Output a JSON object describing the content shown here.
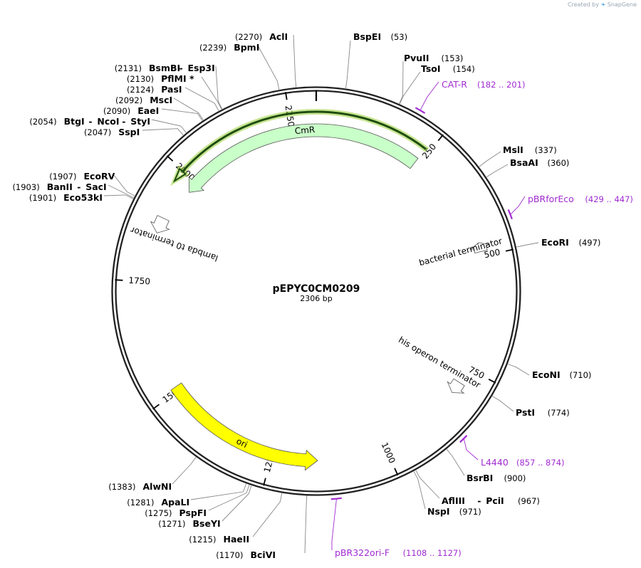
{
  "watermark": {
    "created_by": "Created by",
    "brand": "SnapGene"
  },
  "plasmid": {
    "name": "pEPYC0CM0209",
    "size_label": "2306 bp",
    "length": 2306
  },
  "ticks": [
    {
      "bp": 250,
      "label": "250"
    },
    {
      "bp": 500,
      "label": "500"
    },
    {
      "bp": 750,
      "label": "750"
    },
    {
      "bp": 1000,
      "label": "1000"
    },
    {
      "bp": 1250,
      "label": "1250"
    },
    {
      "bp": 1500,
      "label": "1500"
    },
    {
      "bp": 1750,
      "label": "1750"
    },
    {
      "bp": 2000,
      "label": "2000"
    },
    {
      "bp": 2250,
      "label": "2250"
    }
  ],
  "features": [
    {
      "name": "CmR",
      "start": 1972,
      "end": 240,
      "strand": "-",
      "color": "#c9ffc9",
      "selected": true
    },
    {
      "name": "ori",
      "start": 1150,
      "end": 1510,
      "strand": "-",
      "color": "#ffff00"
    },
    {
      "name": "bacterial terminator",
      "start": 470,
      "end": 490,
      "strand": "-",
      "color": "#ffffff"
    },
    {
      "name": "his operon terminator",
      "start": 785,
      "end": 812,
      "strand": "+",
      "color": "#ffffff"
    },
    {
      "name": "lambda t0 terminator",
      "start": 1858,
      "end": 1893,
      "strand": "-",
      "color": "#ffffff"
    }
  ],
  "enzymes": [
    {
      "id": "bspei",
      "parts": [
        {
          "name": "BspEI"
        }
      ],
      "pos": "(53)"
    },
    {
      "id": "pvuii",
      "parts": [
        {
          "name": "PvuII"
        }
      ],
      "pos": "(153)"
    },
    {
      "id": "tsoi",
      "parts": [
        {
          "name": "TsoI"
        }
      ],
      "pos": "(154)"
    },
    {
      "id": "msli",
      "parts": [
        {
          "name": "MslI"
        }
      ],
      "pos": "(337)"
    },
    {
      "id": "bsaai",
      "parts": [
        {
          "name": "BsaAI"
        }
      ],
      "pos": "(360)"
    },
    {
      "id": "ecori",
      "parts": [
        {
          "name": "EcoRI"
        }
      ],
      "pos": "(497)"
    },
    {
      "id": "econi",
      "parts": [
        {
          "name": "EcoNI"
        }
      ],
      "pos": "(710)"
    },
    {
      "id": "psti",
      "parts": [
        {
          "name": "PstI"
        }
      ],
      "pos": "(774)"
    },
    {
      "id": "bsrbi",
      "parts": [
        {
          "name": "BsrBI"
        }
      ],
      "pos": "(900)"
    },
    {
      "id": "afliii",
      "parts": [
        {
          "name": "AflIII"
        },
        {
          "name": "PciI"
        }
      ],
      "pos": "(967)"
    },
    {
      "id": "nspi",
      "parts": [
        {
          "name": "NspI"
        }
      ],
      "pos": "(971)"
    },
    {
      "id": "bcivi",
      "parts": [
        {
          "name": "BciVI"
        }
      ],
      "pos": "(1170)"
    },
    {
      "id": "haeii",
      "parts": [
        {
          "name": "HaeII"
        }
      ],
      "pos": "(1215)"
    },
    {
      "id": "bseyi",
      "parts": [
        {
          "name": "BseYI"
        }
      ],
      "pos": "(1271)"
    },
    {
      "id": "pspfi",
      "parts": [
        {
          "name": "PspFI"
        }
      ],
      "pos": "(1275)"
    },
    {
      "id": "apali",
      "parts": [
        {
          "name": "ApaLI"
        }
      ],
      "pos": "(1281)"
    },
    {
      "id": "alwni",
      "parts": [
        {
          "name": "AlwNI"
        }
      ],
      "pos": "(1383)"
    },
    {
      "id": "eco53ki",
      "parts": [
        {
          "name": "Eco53kI"
        }
      ],
      "pos": "(1901)"
    },
    {
      "id": "banii",
      "parts": [
        {
          "name": "BanII"
        },
        {
          "name": "SacI"
        }
      ],
      "pos": "(1903)"
    },
    {
      "id": "ecorv",
      "parts": [
        {
          "name": "EcoRV"
        }
      ],
      "pos": "(1907)"
    },
    {
      "id": "sspi",
      "parts": [
        {
          "name": "SspI"
        }
      ],
      "pos": "(2047)"
    },
    {
      "id": "btgi",
      "parts": [
        {
          "name": "BtgI"
        },
        {
          "name": "NcoI"
        },
        {
          "name": "StyI"
        }
      ],
      "pos": "(2054)"
    },
    {
      "id": "eaei",
      "parts": [
        {
          "name": "EaeI"
        }
      ],
      "pos": "(2090)"
    },
    {
      "id": "msci",
      "parts": [
        {
          "name": "MscI"
        }
      ],
      "pos": "(2092)"
    },
    {
      "id": "pasi",
      "parts": [
        {
          "name": "PasI"
        }
      ],
      "pos": "(2124)"
    },
    {
      "id": "pflmi",
      "parts": [
        {
          "name": "PflMI *"
        }
      ],
      "pos": "(2130)"
    },
    {
      "id": "bsmbi",
      "parts": [
        {
          "name": "BsmBI"
        },
        {
          "name": "Esp3I"
        }
      ],
      "pos": "(2131)"
    },
    {
      "id": "bpmi",
      "parts": [
        {
          "name": "BpmI"
        }
      ],
      "pos": "(2239)"
    },
    {
      "id": "acli",
      "parts": [
        {
          "name": "AclI"
        }
      ],
      "pos": "(2270)"
    }
  ],
  "primers": [
    {
      "id": "catr",
      "name": "CAT-R",
      "range": "(182 .. 201)",
      "color": "#a12bd1"
    },
    {
      "id": "pbrforeco",
      "name": "pBRforEco",
      "range": "(429 .. 447)",
      "color": "#a12bd1"
    },
    {
      "id": "l4440",
      "name": "L4440",
      "range": "(857 .. 874)",
      "color": "#a12bd1"
    },
    {
      "id": "pbr322orif",
      "name": "pBR322ori-F",
      "range": "(1108 .. 1127)",
      "color": "#a12bd1"
    }
  ],
  "colors": {
    "backbone": "#222222",
    "primer": "#a12bd1",
    "selection_glow": "#9ccf3a"
  }
}
